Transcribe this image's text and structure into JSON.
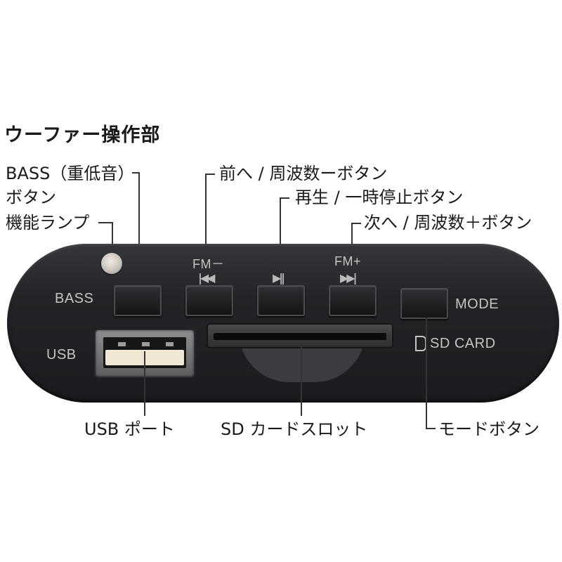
{
  "section_title": "ウーファー操作部",
  "callouts": {
    "bass_line1": "BASS（重低音）",
    "bass_line2": "ボタン",
    "lamp": "機能ランプ",
    "prev": "前へ / 周波数ーボタン",
    "play": "再生 / 一時停止ボタン",
    "next": "次へ / 周波数＋ボタン",
    "usb": "USB ポート",
    "sd": "SD カードスロット",
    "mode": "モードボタン"
  },
  "panel": {
    "bass": "BASS",
    "fm_minus": "FM－",
    "prev_glyph": "|◀◀",
    "play_glyph": "▶||",
    "fm_plus": "FM+",
    "next_glyph": "▶▶|",
    "mode": "MODE",
    "usb": "USB",
    "sd_card": "SD CARD"
  },
  "colors": {
    "panel": "#222427",
    "silkscreen": "#c4c4c4",
    "usb_tongue": "#efe7d3"
  }
}
